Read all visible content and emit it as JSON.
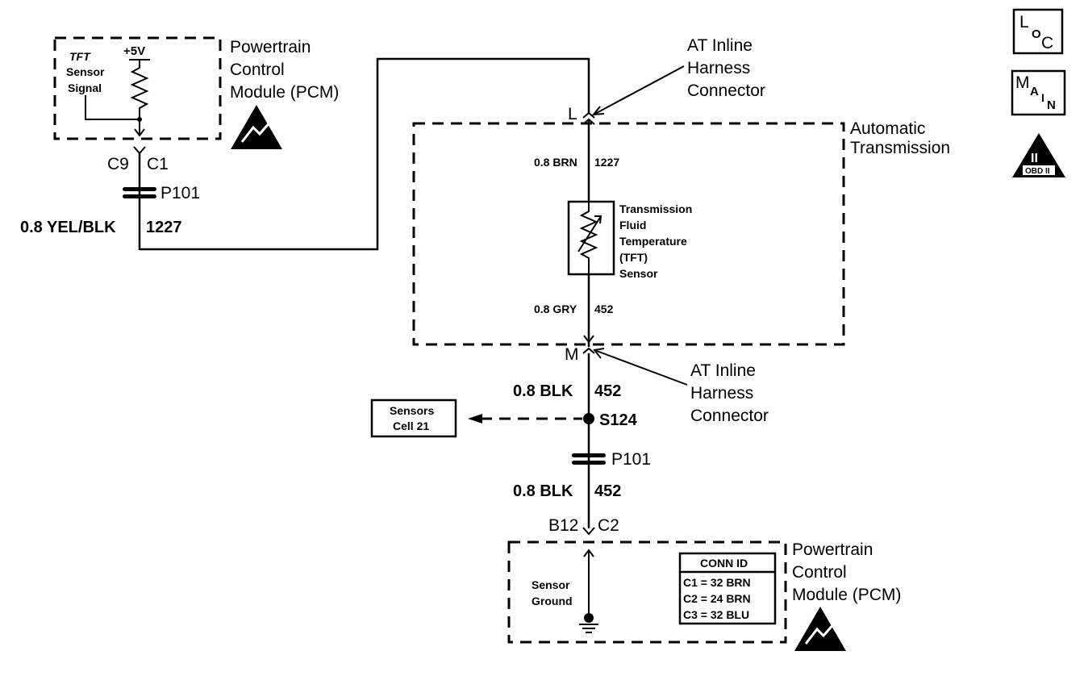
{
  "pcm_top": {
    "name_line1": "Powertrain",
    "name_line2": "Control",
    "name_line3": "Module (PCM)",
    "tft_label": "TFT",
    "sensor_label": "Sensor",
    "signal_label": "Signal",
    "voltage": "+5V"
  },
  "connector_top": {
    "pin_left": "C9",
    "pin_right": "C1"
  },
  "splice_top": "P101",
  "wire_top": {
    "gauge_color": "0.8 YEL/BLK",
    "circuit": "1227"
  },
  "inline_top": {
    "line1": "AT Inline",
    "line2": "Harness",
    "line3": "Connector",
    "pin": "L"
  },
  "transmission": {
    "line1": "Automatic",
    "line2": "Transmission",
    "wire_in": {
      "gauge_color": "0.8 BRN",
      "circuit": "1227"
    },
    "wire_out": {
      "gauge_color": "0.8 GRY",
      "circuit": "452"
    },
    "sensor_lines": [
      "Transmission",
      "Fluid",
      "Temperature",
      "(TFT)",
      "Sensor"
    ]
  },
  "inline_bottom": {
    "line1": "AT Inline",
    "line2": "Harness",
    "line3": "Connector",
    "pin": "M"
  },
  "wire_mid": {
    "gauge_color": "0.8 BLK",
    "circuit": "452"
  },
  "splice_s124": "S124",
  "cell_ref": {
    "line1": "Sensors",
    "line2": "Cell 21"
  },
  "splice_bottom": "P101",
  "wire_bottom": {
    "gauge_color": "0.8 BLK",
    "circuit": "452"
  },
  "connector_bottom": {
    "pin_left": "B12",
    "pin_right": "C2"
  },
  "pcm_bottom": {
    "name_line1": "Powertrain",
    "name_line2": "Control",
    "name_line3": "Module (PCM)",
    "sensor_label": "Sensor",
    "ground_label": "Ground",
    "conn_id_title": "CONN ID",
    "conn_rows": [
      "C1 = 32 BRN",
      "C2 = 24 BRN",
      "C3 = 32 BLU"
    ]
  },
  "side_icons": {
    "loc": {
      "l": "L",
      "o": "O",
      "c": "C"
    },
    "main": {
      "m": "M",
      "a": "A",
      "i": "I",
      "n": "N"
    },
    "obd": {
      "numeral": "II",
      "label": "OBD II"
    }
  }
}
